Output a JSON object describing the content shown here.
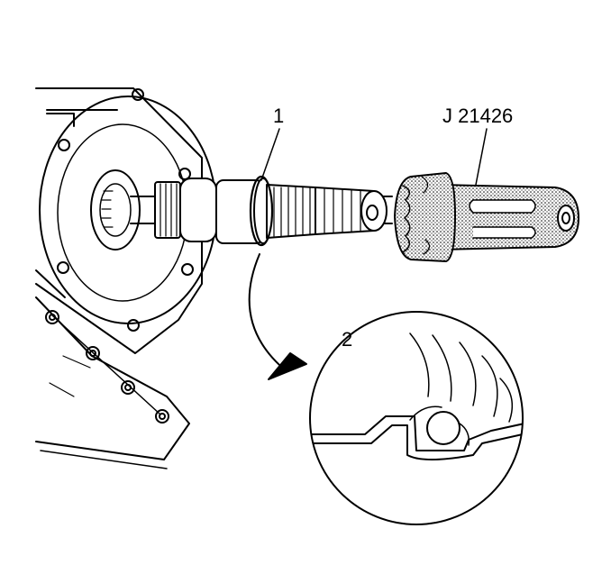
{
  "figure": {
    "callouts": {
      "shaft_seal": "1",
      "tool": "J 21426",
      "seal_detail": "2"
    }
  }
}
